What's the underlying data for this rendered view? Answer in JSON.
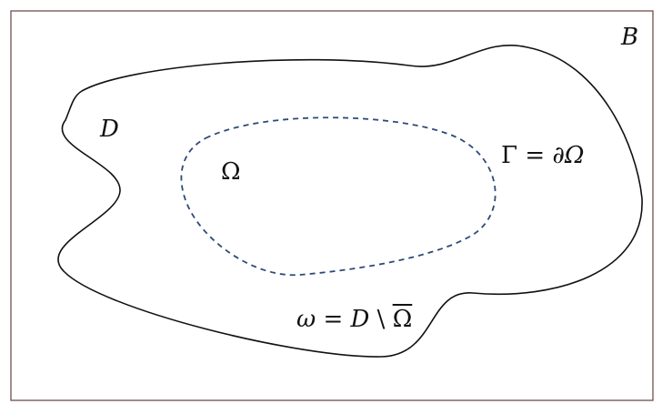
{
  "colors": {
    "frame": "#7a5a5a",
    "domain_outline": "#111111",
    "omega_boundary": "#2d4a78",
    "background": "#ffffff"
  },
  "labels": {
    "box": "B",
    "domain": "D",
    "inner_region": "Ω",
    "boundary_lhs": "Γ",
    "boundary_eq": "=",
    "boundary_rhs": "∂Ω",
    "gap_lhs": "ω",
    "gap_eq": "=",
    "gap_d": "D",
    "gap_minus": "\\",
    "gap_closure": "Ω"
  }
}
